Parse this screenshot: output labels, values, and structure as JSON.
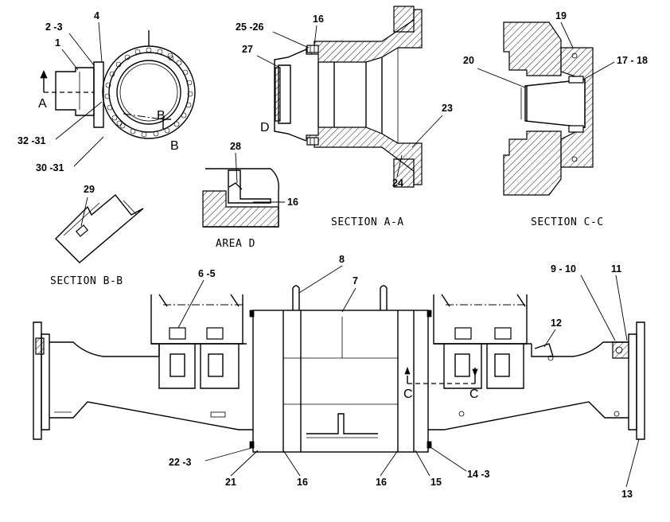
{
  "captions": {
    "section_aa": "SECTION A-A",
    "section_cc": "SECTION C-C",
    "section_bb": "SECTION B-B",
    "area_d": "AREA D"
  },
  "view_letters": {
    "a_left": "A",
    "b_upper": "B",
    "b_lower": "B",
    "d_section": "D",
    "c_left": "C",
    "c_right": "C"
  },
  "callouts": {
    "c_2_3": "2 -3",
    "c_4": "4",
    "c_1": "1",
    "c_32_31": "32 -31",
    "c_30_31": "30 -31",
    "c_25_26": "25 -26",
    "c_16_top": "16",
    "c_27": "27",
    "c_23": "23",
    "c_24": "24",
    "c_28": "28",
    "c_16_aread": "16",
    "c_19": "19",
    "c_20": "20",
    "c_17_18": "17 - 18",
    "c_29": "29",
    "c_8": "8",
    "c_7": "7",
    "c_6_5": "6 -5",
    "c_9_10": "9 - 10",
    "c_11": "11",
    "c_12": "12",
    "c_22_3": "22 -3",
    "c_21": "21",
    "c_16_bl": "16",
    "c_16_br": "16",
    "c_15": "15",
    "c_14_3": "14 -3",
    "c_13": "13"
  }
}
